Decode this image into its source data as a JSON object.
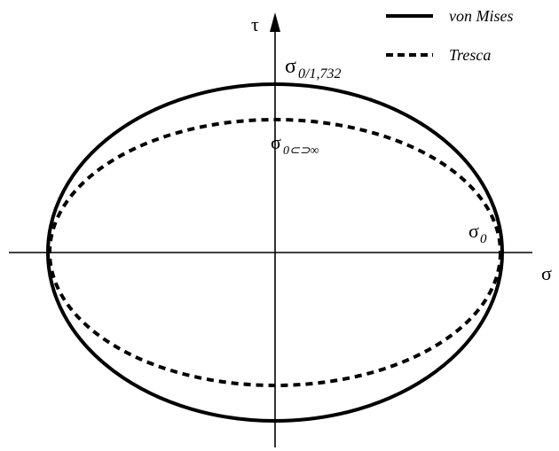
{
  "axes": {
    "x_label": "σ",
    "y_label": "τ"
  },
  "legend": [
    {
      "label": "von Mises",
      "style": "solid"
    },
    {
      "label": "Tresca",
      "style": "dashed"
    }
  ],
  "annotations": {
    "top_von_mises": {
      "sigma": "σ",
      "text": "0/1,732"
    },
    "top_tresca": {
      "sigma": "σ",
      "text": "0⊂⊃∞"
    },
    "right_intercept": {
      "sigma": "σ",
      "text": "0"
    }
  },
  "colors": {
    "ink": "#000000",
    "background": "#ffffff"
  }
}
